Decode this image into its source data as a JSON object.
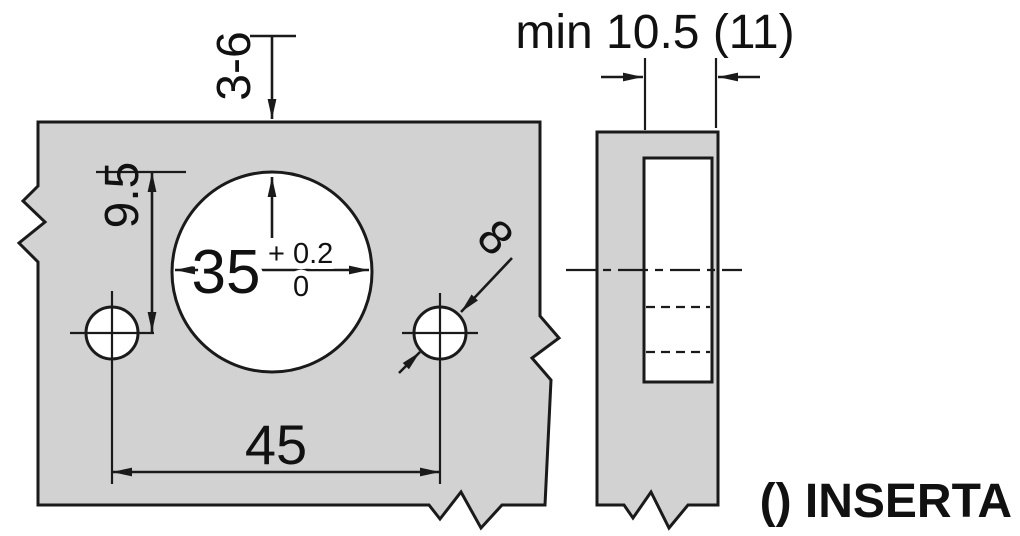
{
  "front_view": {
    "cup_diameter": "35",
    "cup_tolerance_upper": "+ 0.2",
    "cup_tolerance_lower": "0",
    "edge_distance": "3-6",
    "vertical_offset": "9.5",
    "screw_hole_diameter": "8",
    "screw_hole_spacing": "45"
  },
  "side_view": {
    "min_depth": "min 10.5 (11)"
  },
  "caption": "() INSERTA",
  "colors": {
    "panel_fill": "#d2d2d2",
    "line_color": "#1a1a1a",
    "background": "#ffffff"
  }
}
